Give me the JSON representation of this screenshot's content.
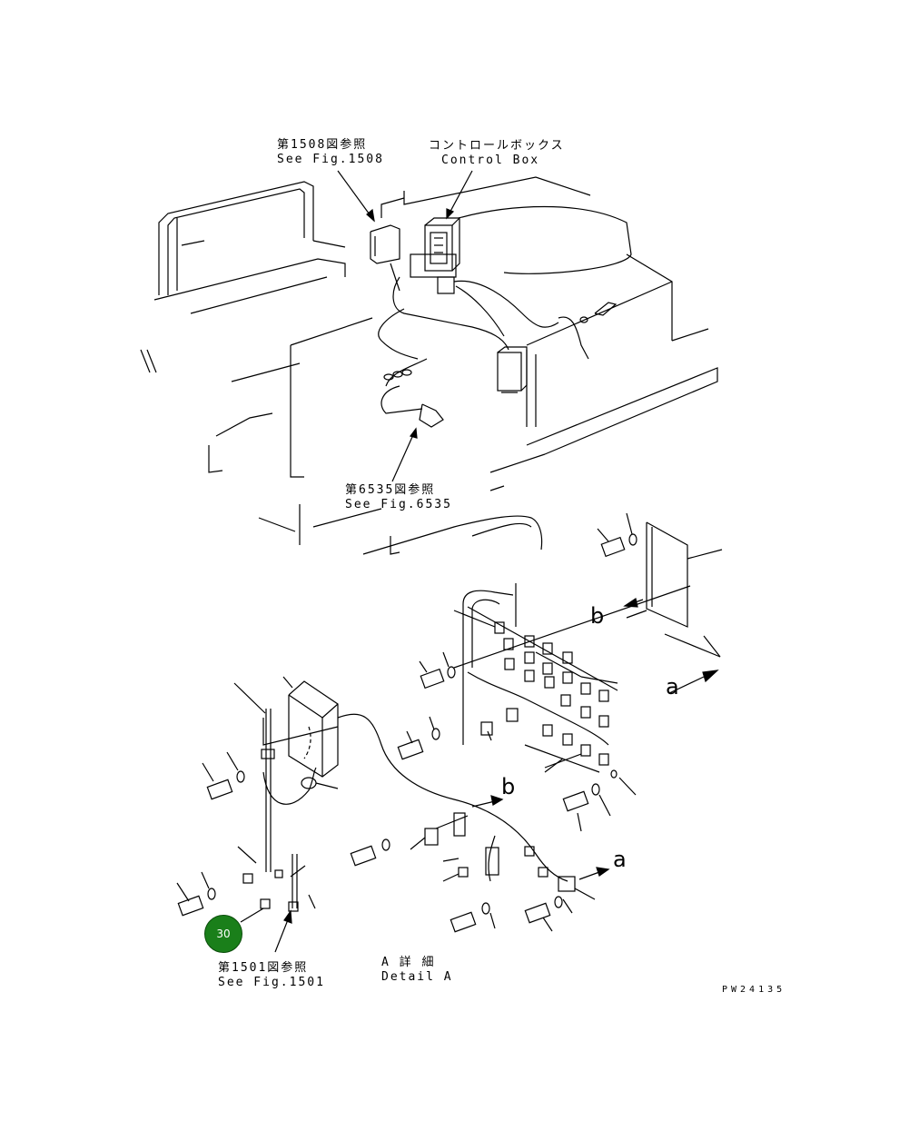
{
  "labels": {
    "ref_1508": {
      "jp": "第1508図参照",
      "en": "See Fig.1508"
    },
    "control_box": {
      "jp": "コントロールボックス",
      "en": "Control Box"
    },
    "ref_6535": {
      "jp": "第6535図参照",
      "en": "See Fig.6535"
    },
    "ref_1501": {
      "jp": "第1501図参照",
      "en": "See Fig.1501"
    },
    "detail": {
      "jp": "A 詳 細",
      "en": "Detail A"
    },
    "view_a": "a",
    "view_b": "b",
    "drawing_no": "PW24135"
  },
  "marker": {
    "number": "30",
    "color": "#1a7f1a"
  }
}
